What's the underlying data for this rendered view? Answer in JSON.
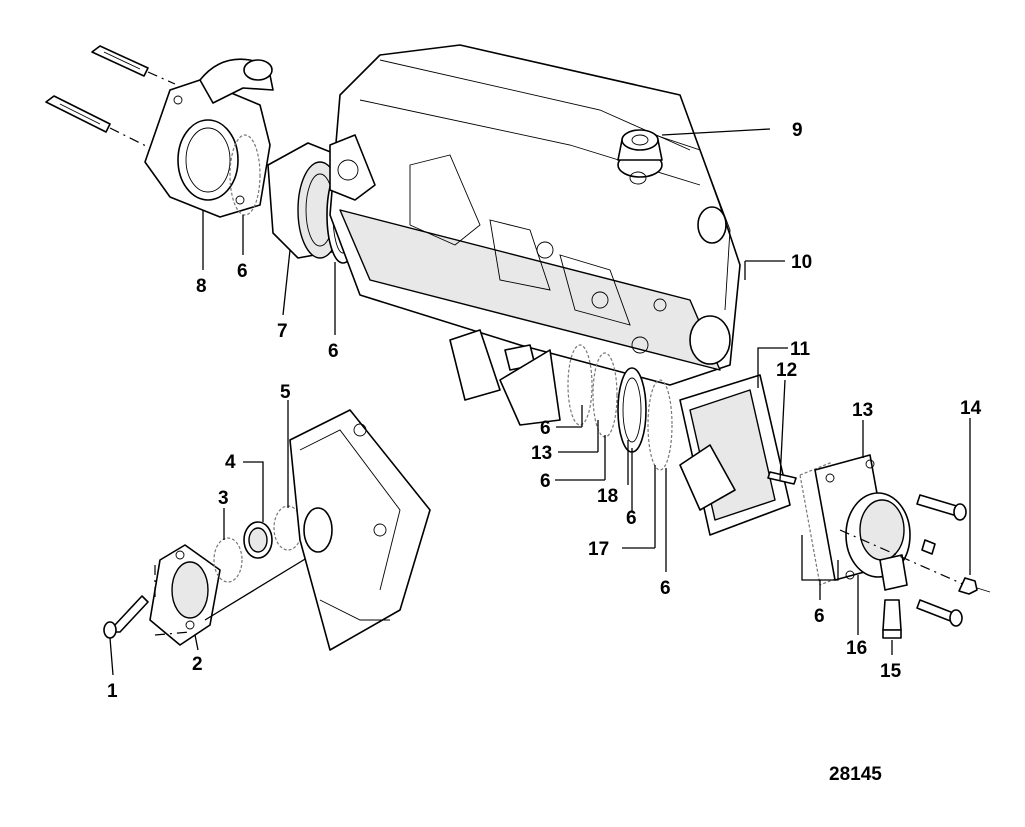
{
  "diagram": {
    "figure_number": "28145",
    "callouts": {
      "c1": "1",
      "c2": "2",
      "c3": "3",
      "c4": "4",
      "c5": "5",
      "c6a": "6",
      "c6b": "6",
      "c6c": "6",
      "c6d": "6",
      "c6e": "6",
      "c6f": "6",
      "c6g": "6",
      "c7": "7",
      "c8": "8",
      "c9": "9",
      "c10": "10",
      "c11": "11",
      "c12": "12",
      "c13a": "13",
      "c13b": "13",
      "c14": "14",
      "c15": "15",
      "c16": "16",
      "c17": "17",
      "c18": "18"
    }
  }
}
